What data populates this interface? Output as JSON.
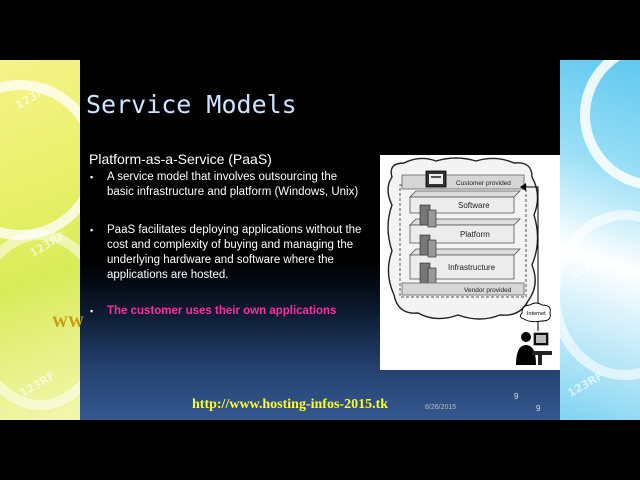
{
  "slide": {
    "title": "Service Models",
    "subtitle": "Platform-as-a-Service (PaaS)",
    "bullets": [
      "A service model that involves outsourcing the basic infrastructure and platform (Windows, Unix)",
      "PaaS facilitates deploying applications without the cost and complexity of buying and managing the underlying hardware and software where the applications are hosted.",
      "The customer uses their own applications"
    ],
    "bullet_glyph": "▪",
    "url": "http://www.hosting-infos-2015.tk",
    "date": "8/26/2015",
    "page_number_top": "9",
    "page_number_bottom": "9",
    "www_fragment": "WW"
  },
  "diagram": {
    "customer_label": "Customer provided",
    "vendor_label": "Vendor provided",
    "layers": [
      "Software",
      "Platform",
      "Infrastructure"
    ],
    "internet_label": "Internet"
  },
  "wallpaper": {
    "watermark": "123RF"
  },
  "colors": {
    "title": "#cfe4ff",
    "highlight_bullet": "#ff2fa0",
    "url": "#ffff33"
  }
}
